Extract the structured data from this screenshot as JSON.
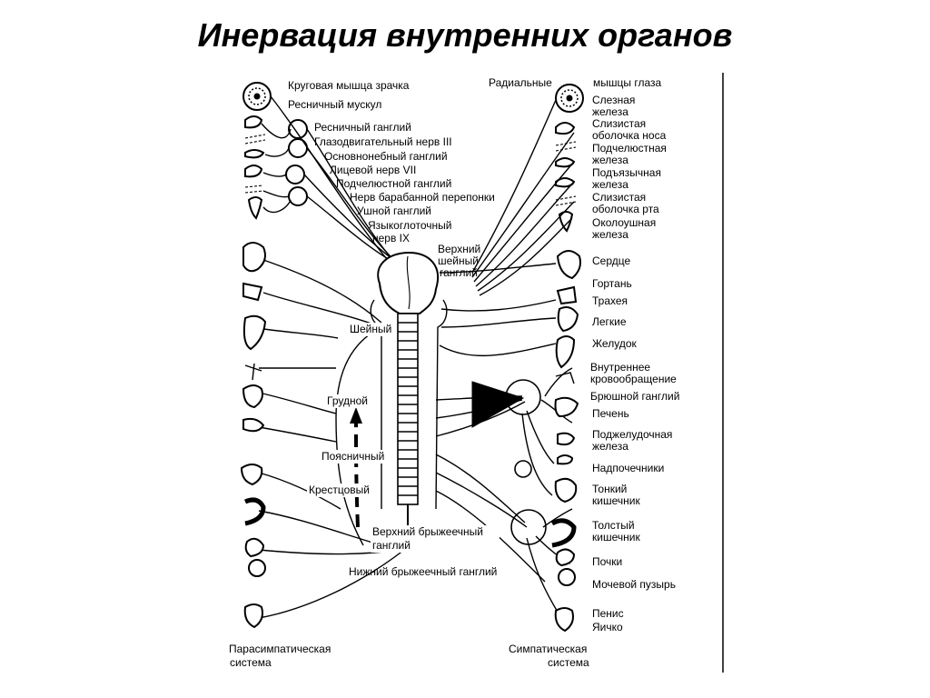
{
  "title": "Инервация внутренних органов",
  "left_labels": [
    "Круговая мышца зрачка",
    "Ресничный мускул",
    "Ресничный ганглий",
    "Глазодвигательный нерв III",
    "Основнонебный ганглий",
    "Лицевой нерв VII",
    "Подчелюстной ганглий",
    "Нерв барабанной перепонки",
    "Ушной ганглий",
    "Языкоглоточный",
    "нерв IX"
  ],
  "top_right_labels": [
    "Радиальные",
    "мышцы глаза"
  ],
  "right_labels": [
    "Слезная",
    "железа",
    "Слизистая",
    "оболочка носа",
    "Подчелюстная",
    "железа",
    "Подъязычная",
    "железа",
    "Слизистая",
    "оболочка рта",
    "Околоушная",
    "железа",
    "Сердце",
    "Гортань",
    "Трахея",
    "Легкие",
    "Желудок",
    "Внутреннее",
    "кровообращение",
    "Брюшной ганглий",
    "Печень",
    "Поджелудочная",
    "железа",
    "Надпочечники",
    "Тонкий",
    "кишечник",
    "Толстый",
    "кишечник",
    "Почки",
    "Мочевой пузырь",
    "Пенис",
    "Яичко"
  ],
  "center_labels": {
    "upper_cervical": [
      "Верхний",
      "шейный",
      "ганглий"
    ],
    "cervical": "Шейный",
    "thoracic": "Грудной",
    "lumbar": "Поясничный",
    "sacral": "Крестцовый",
    "superior_mesenteric": [
      "Верхний брыжеечный",
      "ганглий"
    ],
    "inferior_mesenteric": "Нижний брыжеечный ганглий"
  },
  "bottom_labels": {
    "left": [
      "Парасимпатическая",
      "система"
    ],
    "right": [
      "Симпатическая",
      "система"
    ]
  }
}
